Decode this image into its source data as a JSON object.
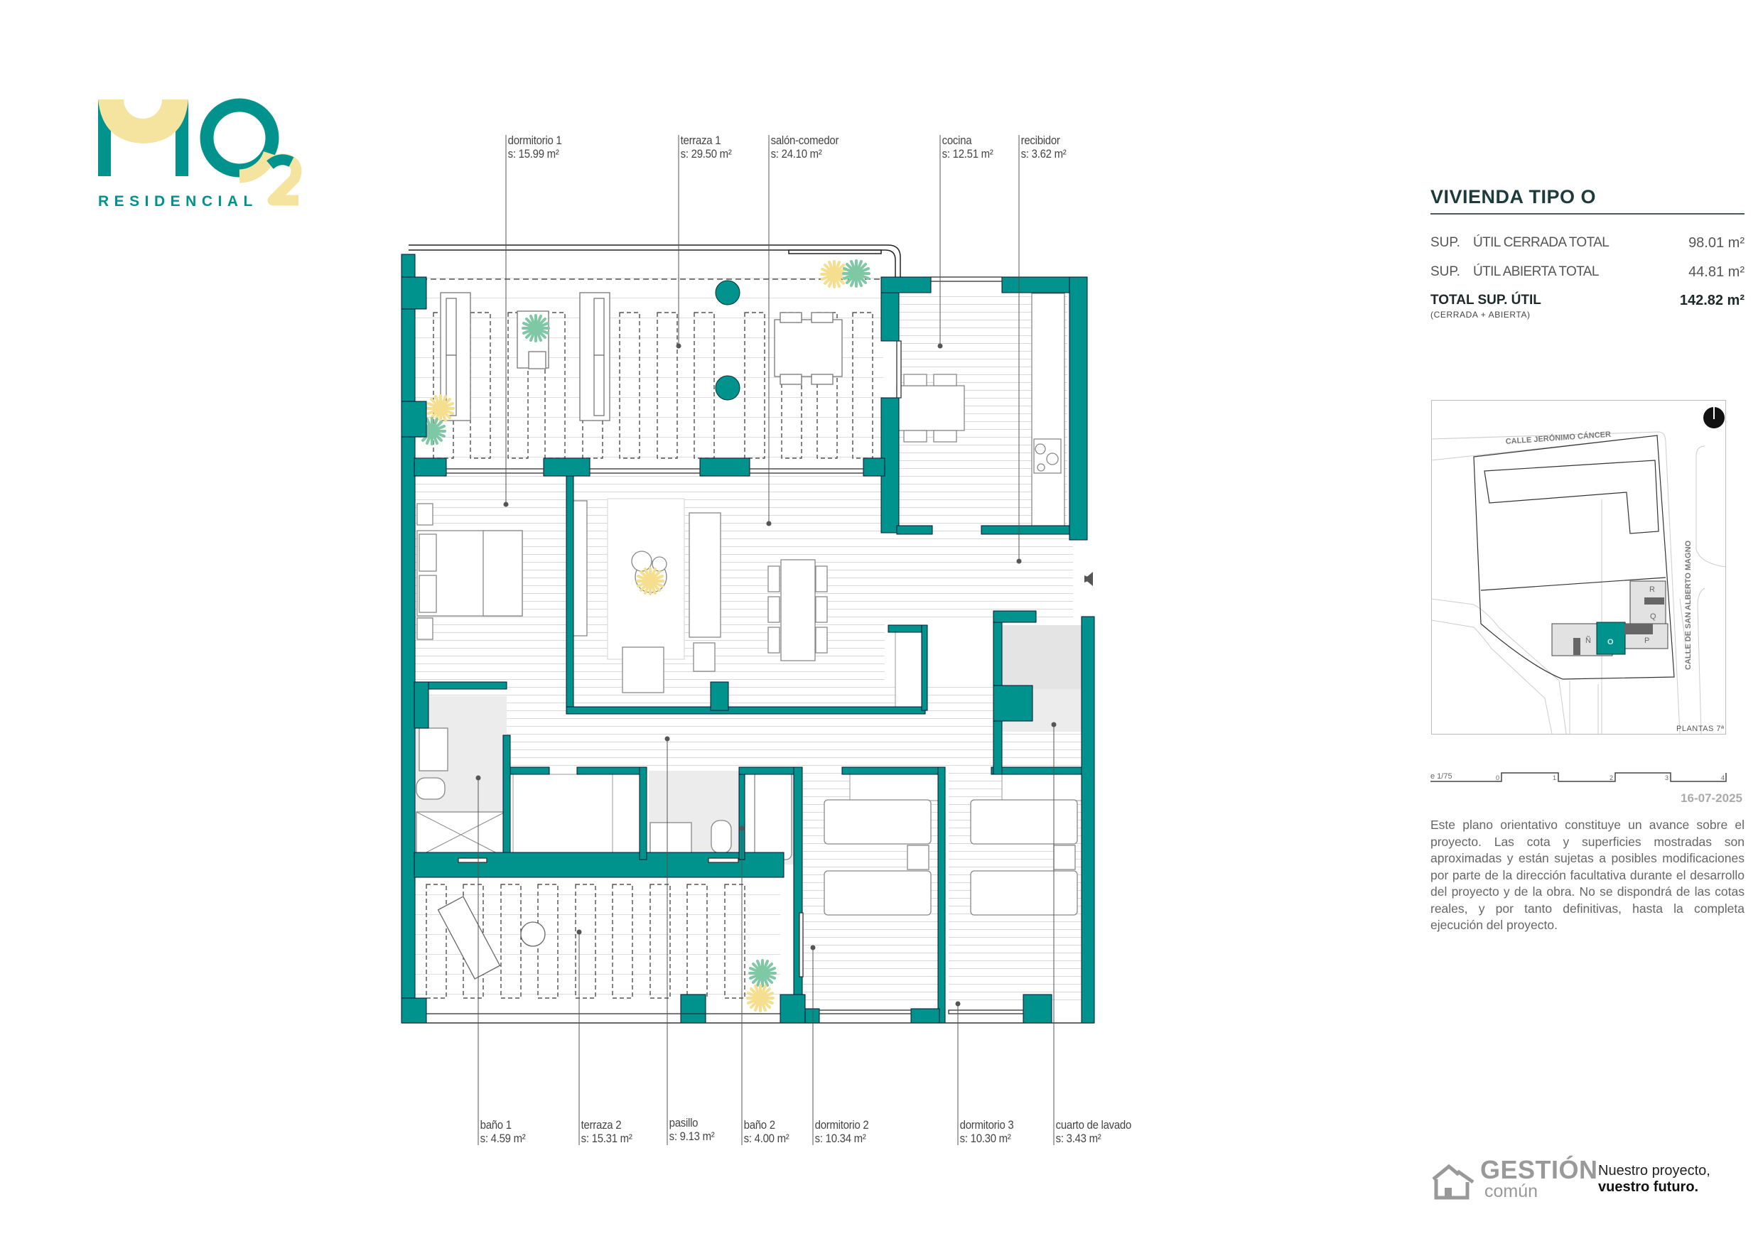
{
  "brand": {
    "logo_text": "MO",
    "logo_sub": "2",
    "logo_tagline": "RESIDENCIAL",
    "colors": {
      "teal": "#00928c",
      "yellow": "#f5e3a0",
      "wall": "#00928c"
    }
  },
  "rooms_top": [
    {
      "name": "dormitorio 1",
      "area": "s: 15.99 m²"
    },
    {
      "name": "terraza 1",
      "area": "s: 29.50 m²"
    },
    {
      "name": "salón-comedor",
      "area": "s: 24.10 m²"
    },
    {
      "name": "cocina",
      "area": "s: 12.51 m²"
    },
    {
      "name": "recibidor",
      "area": "s: 3.62 m²"
    }
  ],
  "rooms_bottom": [
    {
      "name": "baño 1",
      "area": "s: 4.59 m²"
    },
    {
      "name": "terraza 2",
      "area": "s: 15.31 m²"
    },
    {
      "name": "pasillo",
      "area": "s: 9.13 m²"
    },
    {
      "name": "baño 2",
      "area": "s: 4.00 m²"
    },
    {
      "name": "dormitorio 2",
      "area": "s: 10.34 m²"
    },
    {
      "name": "dormitorio 3",
      "area": "s: 10.30 m²"
    },
    {
      "name": "cuarto de lavado",
      "area": "s: 3.43 m²"
    }
  ],
  "summary": {
    "title": "VIVIENDA TIPO O",
    "rows": [
      {
        "prefix": "SUP.",
        "label": "ÚTIL CERRADA TOTAL",
        "value": "98.01 m²"
      },
      {
        "prefix": "SUP.",
        "label": "ÚTIL ABIERTA TOTAL",
        "value": "44.81 m²"
      }
    ],
    "total_label": "TOTAL SUP. ÚTIL",
    "total_sub": "(CERRADA + ABIERTA)",
    "total_value": "142.82 m²"
  },
  "keymap": {
    "street_north": "CALLE JERÓNIMO CÁNCER",
    "street_east": "CALLE DE SAN ALBERTO MAGNO",
    "units": [
      "R",
      "Q",
      "P",
      "Ñ",
      "O"
    ],
    "highlight_unit": "O",
    "floor_label": "PLANTAS 7ª",
    "north_icon": "north-arrow-icon"
  },
  "scale": {
    "label": "e 1/75",
    "ticks": [
      "0",
      "1",
      "2",
      "3",
      "4"
    ]
  },
  "date": "16-07-2025",
  "disclaimer": "Este plano orientativo constituye un avance sobre el proyecto. Las cota y superficies mostradas son aproximadas y están sujetas a posibles modificaciones por parte de la dirección facultativa durante el desarrollo del proyecto y de la obra. No se dispondrá de las cotas reales, y por tanto definitivas, hasta la completa ejecución del proyecto.",
  "footer": {
    "brand_line1": "GESTIÓN",
    "brand_line2": "común",
    "slogan_line1": "Nuestro proyecto,",
    "slogan_line2": "vuestro futuro."
  }
}
